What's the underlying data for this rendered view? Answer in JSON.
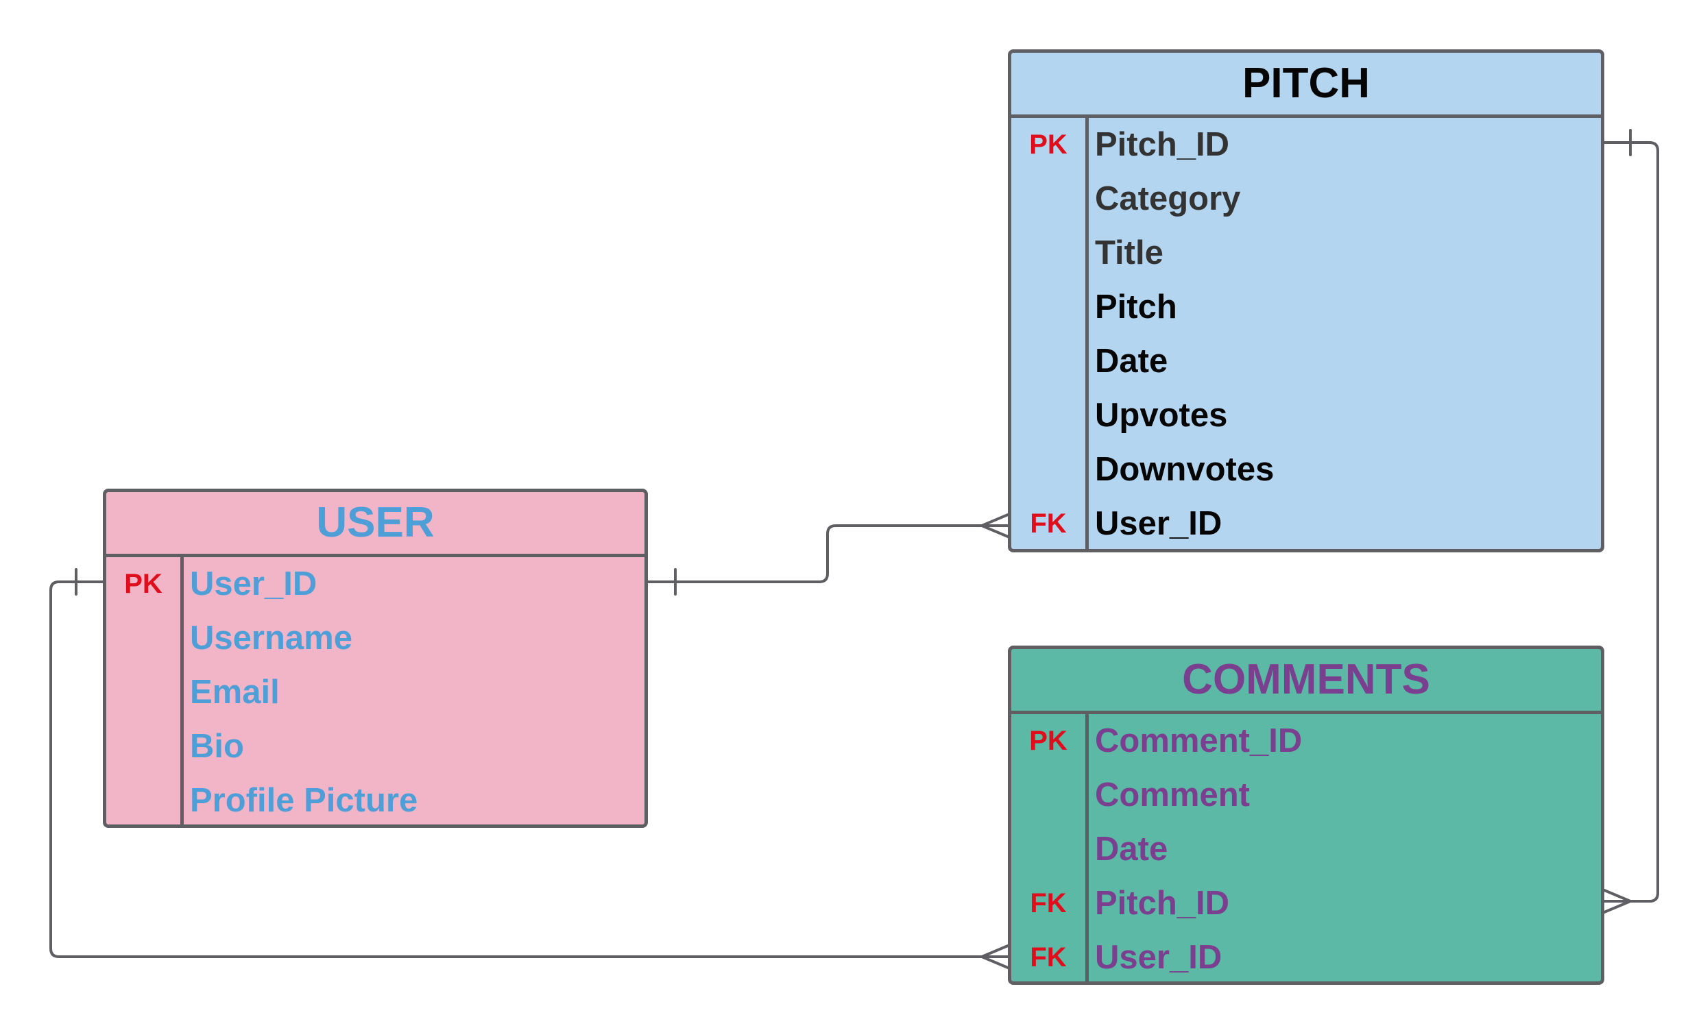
{
  "colors": {
    "connector": "#5f5f63",
    "key_label": "#e00d1c",
    "user_fill": "#f2b5c7",
    "user_text": "#4e9fd8",
    "pitch_fill": "#b3d5ef",
    "pitch_text": "#050505",
    "comments_fill": "#5bb9a5",
    "comments_text": "#7a3f8e"
  },
  "entities": {
    "user": {
      "title": "USER",
      "rows": [
        {
          "key": "PK",
          "field": "User_ID"
        },
        {
          "key": "",
          "field": "Username"
        },
        {
          "key": "",
          "field": "Email"
        },
        {
          "key": "",
          "field": "Bio"
        },
        {
          "key": "",
          "field": "Profile Picture"
        }
      ]
    },
    "pitch": {
      "title": "PITCH",
      "rows": [
        {
          "key": "PK",
          "field": "Pitch_ID"
        },
        {
          "key": "",
          "field": "Category"
        },
        {
          "key": "",
          "field": "Title"
        },
        {
          "key": "",
          "field": "Pitch"
        },
        {
          "key": "",
          "field": "Date"
        },
        {
          "key": "",
          "field": "Upvotes"
        },
        {
          "key": "",
          "field": "Downvotes"
        },
        {
          "key": "FK",
          "field": "User_ID"
        }
      ]
    },
    "comments": {
      "title": "COMMENTS",
      "rows": [
        {
          "key": "PK",
          "field": "Comment_ID"
        },
        {
          "key": "",
          "field": "Comment"
        },
        {
          "key": "",
          "field": "Date"
        },
        {
          "key": "FK",
          "field": "Pitch_ID"
        },
        {
          "key": "FK",
          "field": "User_ID"
        }
      ]
    }
  },
  "relationships": [
    {
      "from": "user.User_ID",
      "from_cardinality": "one",
      "to": "pitch.User_ID",
      "to_cardinality": "many"
    },
    {
      "from": "pitch.Pitch_ID",
      "from_cardinality": "one",
      "to": "comments.Pitch_ID",
      "to_cardinality": "many"
    },
    {
      "from": "user.User_ID",
      "from_cardinality": "one",
      "to": "comments.User_ID",
      "to_cardinality": "many"
    }
  ]
}
